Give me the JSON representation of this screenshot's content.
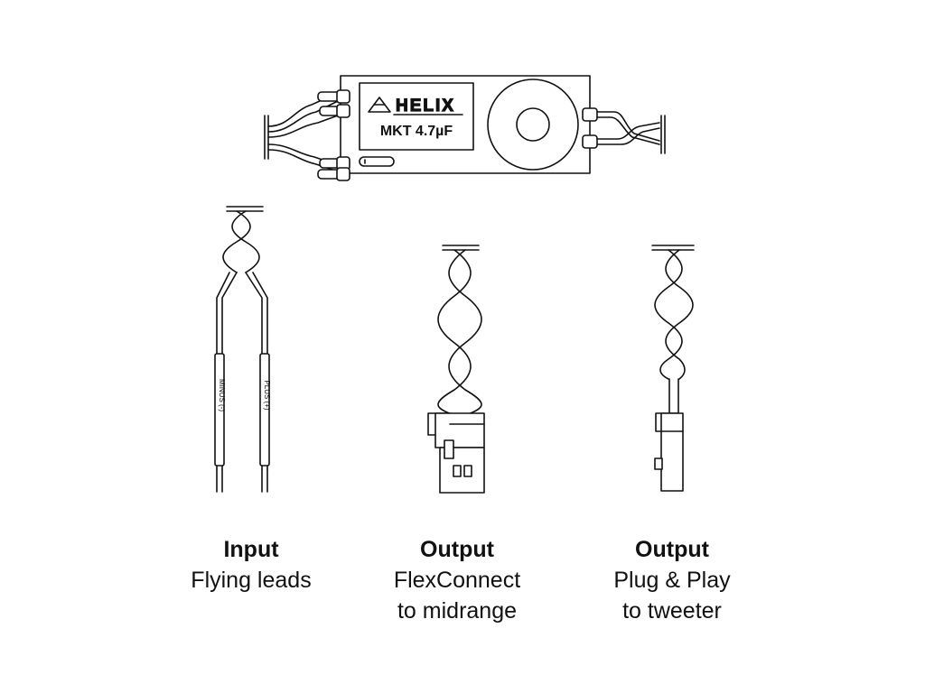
{
  "module": {
    "brand": "HELIX",
    "part": "MKT 4.7µF"
  },
  "leads": {
    "minus_tag": "MINUS (-)",
    "plus_tag": "PLUS (+)"
  },
  "labels": [
    {
      "title": "Input",
      "lines": [
        "Flying leads"
      ]
    },
    {
      "title": "Output",
      "lines": [
        "FlexConnect",
        "to midrange"
      ]
    },
    {
      "title": "Output",
      "lines": [
        "Plug & Play",
        "to tweeter"
      ]
    }
  ]
}
